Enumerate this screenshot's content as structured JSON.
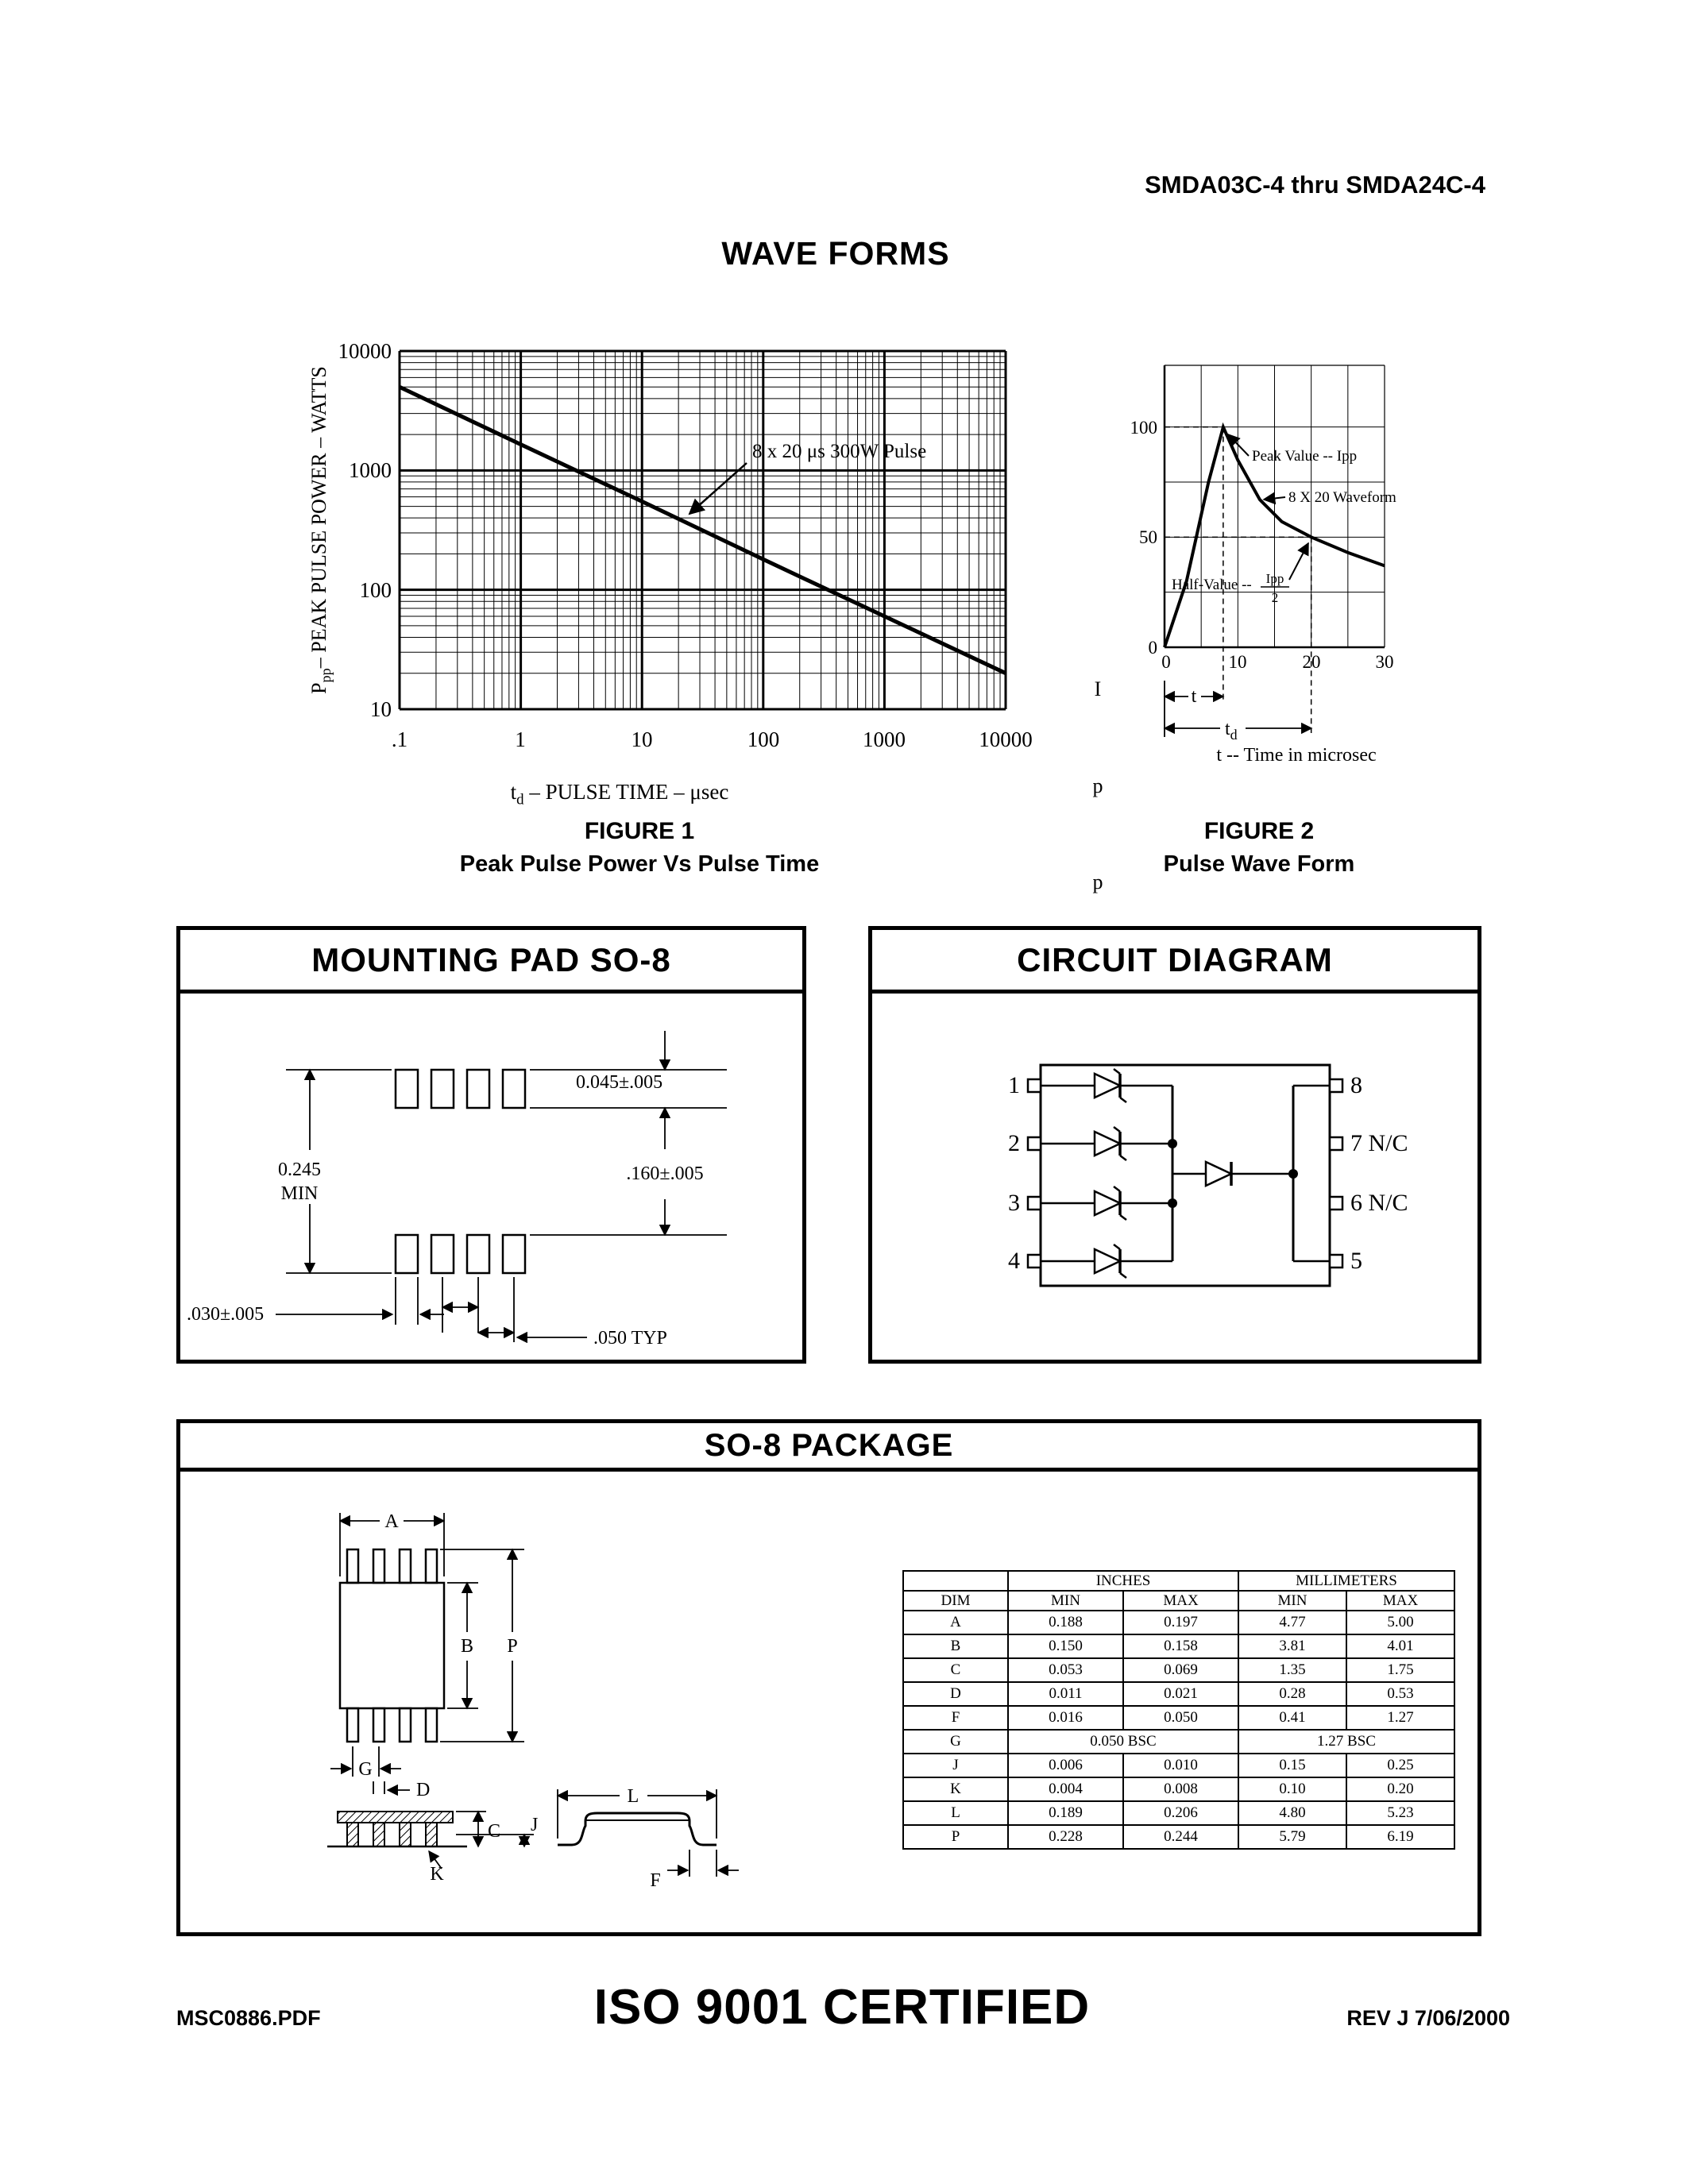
{
  "page": {
    "doc_title": "SMDA03C-4 thru SMDA24C-4",
    "main_title": "WAVE FORMS",
    "footer_left": "MSC0886.PDF",
    "footer_center": "ISO 9001 CERTIFIED",
    "footer_right": "REV J  7/06/2000"
  },
  "figure1": {
    "caption_label": "FIGURE  1",
    "caption_title": "Peak Pulse Power Vs Pulse Time",
    "ylabel_main": "P",
    "ylabel_sub": "pp",
    "ylabel_rest": "– PEAK PULSE POWER – WATTS",
    "xlabel_main": "t",
    "xlabel_sub": "d",
    "xlabel_rest": " – PULSE TIME – μsec",
    "annotation": "8 x 20 μs 300W Pulse",
    "y_ticks": [
      "10000",
      "1000",
      "100",
      "10"
    ],
    "x_ticks": [
      ".1",
      "1",
      "10",
      "100",
      "1000",
      "10000"
    ]
  },
  "figure2": {
    "caption_label": "FIGURE  2",
    "caption_title": "Pulse Wave Form",
    "y_ticks": [
      "100",
      "50",
      "0"
    ],
    "x_ticks": [
      "0",
      "10",
      "20",
      "30"
    ],
    "ann_peak": "Peak Value -- Ipp",
    "ann_waveform": "8 X 20 Waveform",
    "ann_half": "Half-Value --",
    "ann_half_num": "Ipp",
    "ann_half_den": "2",
    "t_label": "t",
    "td_main": "t",
    "td_sub": "d",
    "time_note": "t -- Time in microsec",
    "y_axis_letters": [
      "I",
      "p",
      "p"
    ]
  },
  "mounting_pad": {
    "title": "MOUNTING PAD  SO-8",
    "dim_pad_len": "0.045±.005",
    "dim_gap": ".160±.005",
    "dim_overall_1": "0.245",
    "dim_overall_2": "MIN",
    "dim_pad_w": ".030±.005",
    "dim_pitch": ".050 TYP"
  },
  "circuit": {
    "title": "CIRCUIT DIAGRAM",
    "pin_labels_left": [
      "1",
      "2",
      "3",
      "4"
    ],
    "pin_labels_right": [
      "8",
      "7 N/C",
      "6 N/C",
      "5"
    ]
  },
  "so8": {
    "title": "SO-8 PACKAGE",
    "dim_letters": {
      "A": "A",
      "B": "B",
      "P": "P",
      "G": "G",
      "D": "D",
      "C": "C",
      "J": "J",
      "K": "K",
      "L": "L",
      "F": "F"
    },
    "table": {
      "group_inches": "INCHES",
      "group_mm": "MILLIMETERS",
      "col_dim": "DIM",
      "col_min": "MIN",
      "col_max": "MAX",
      "rows": [
        {
          "dim": "A",
          "in_min": "0.188",
          "in_max": "0.197",
          "mm_min": "4.77",
          "mm_max": "5.00"
        },
        {
          "dim": "B",
          "in_min": "0.150",
          "in_max": "0.158",
          "mm_min": "3.81",
          "mm_max": "4.01"
        },
        {
          "dim": "C",
          "in_min": "0.053",
          "in_max": "0.069",
          "mm_min": "1.35",
          "mm_max": "1.75"
        },
        {
          "dim": "D",
          "in_min": "0.011",
          "in_max": "0.021",
          "mm_min": "0.28",
          "mm_max": "0.53"
        },
        {
          "dim": "F",
          "in_min": "0.016",
          "in_max": "0.050",
          "mm_min": "0.41",
          "mm_max": "1.27"
        },
        {
          "dim": "G",
          "in_bsc": "0.050 BSC",
          "mm_bsc": "1.27 BSC"
        },
        {
          "dim": "J",
          "in_min": "0.006",
          "in_max": "0.010",
          "mm_min": "0.15",
          "mm_max": "0.25"
        },
        {
          "dim": "K",
          "in_min": "0.004",
          "in_max": "0.008",
          "mm_min": "0.10",
          "mm_max": "0.20"
        },
        {
          "dim": "L",
          "in_min": "0.189",
          "in_max": "0.206",
          "mm_min": "4.80",
          "mm_max": "5.23"
        },
        {
          "dim": "P",
          "in_min": "0.228",
          "in_max": "0.244",
          "mm_min": "5.79",
          "mm_max": "6.19"
        }
      ]
    }
  },
  "chart_data": [
    {
      "type": "line",
      "title": "Peak Pulse Power Vs Pulse Time",
      "xlabel": "td -- PULSE TIME -- μsec",
      "ylabel": "Ppp -- PEAK PULSE POWER -- WATTS",
      "x_scale": "log",
      "y_scale": "log",
      "xlim": [
        0.1,
        10000
      ],
      "ylim": [
        10,
        10000
      ],
      "x_tick_labels": [
        ".1",
        "1",
        "10",
        "100",
        "1000",
        "10000"
      ],
      "y_tick_labels": [
        "10",
        "100",
        "1000",
        "10000"
      ],
      "grid": true,
      "annotation": "8 x 20 μs 300W Pulse",
      "series": [
        {
          "name": "Peak Pulse Power",
          "x": [
            0.1,
            1,
            10,
            100,
            1000,
            10000
          ],
          "y": [
            5000,
            1650,
            550,
            180,
            60,
            20
          ]
        }
      ]
    },
    {
      "type": "line",
      "title": "Pulse Wave Form",
      "xlabel": "t -- Time in microsec",
      "ylabel": "Ipp",
      "xlim": [
        0,
        30
      ],
      "ylim": [
        0,
        128
      ],
      "x_tick_labels": [
        "0",
        "10",
        "20",
        "30"
      ],
      "y_tick_labels": [
        "0",
        "50",
        "100"
      ],
      "grid": true,
      "annotations": [
        "Peak Value -- Ipp",
        "8 X 20 Waveform",
        "Half-Value -- Ipp/2"
      ],
      "key_points": {
        "peak": [
          8,
          100
        ],
        "half_value": [
          20,
          50
        ]
      },
      "series": [
        {
          "name": "8 x 20 waveform",
          "x": [
            0,
            3,
            6,
            8,
            10,
            13,
            16,
            20,
            25,
            30
          ],
          "y": [
            0,
            30,
            75,
            100,
            85,
            67,
            57,
            50,
            43,
            37
          ]
        }
      ]
    }
  ]
}
